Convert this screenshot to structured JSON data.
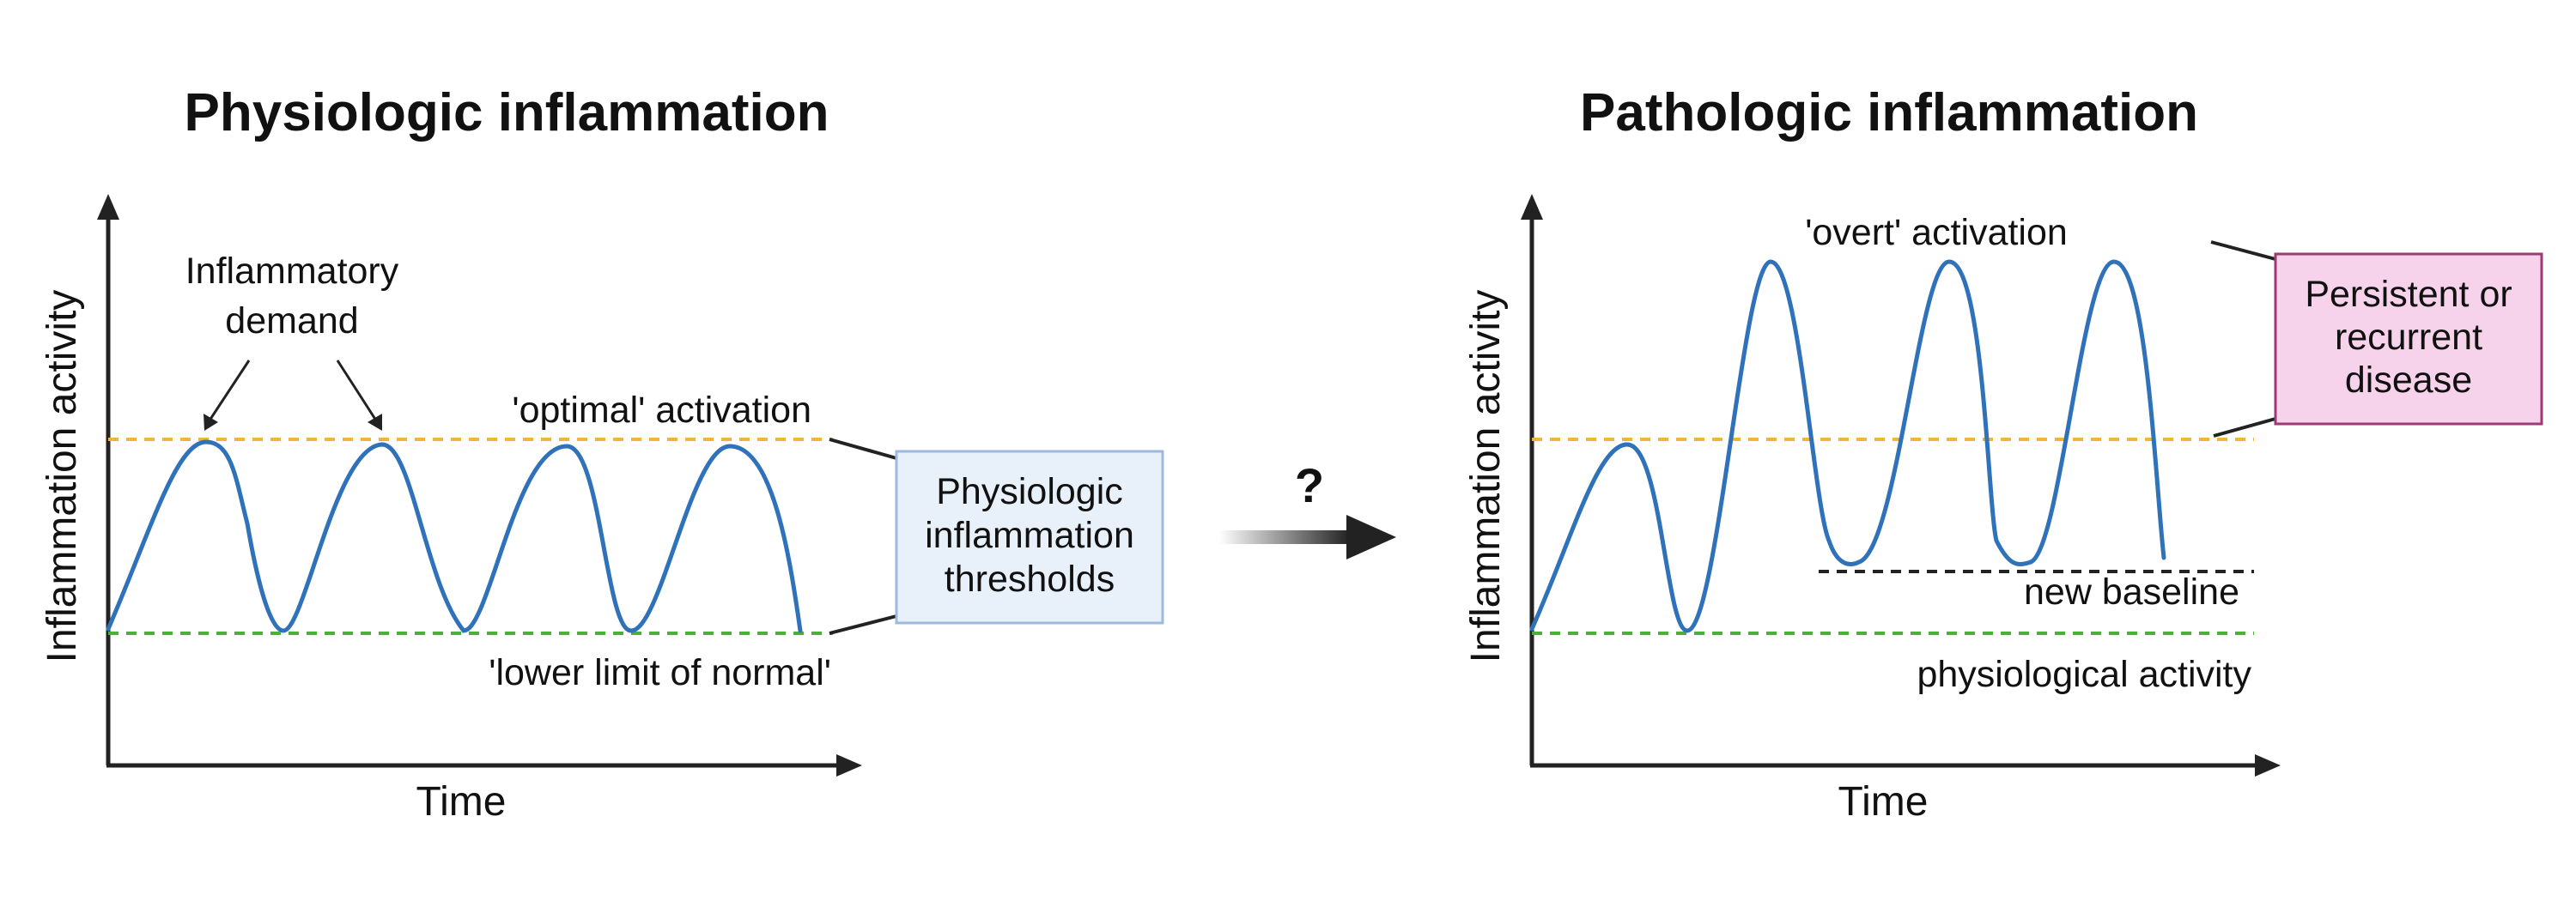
{
  "left_panel": {
    "title": "Physiologic inflammation",
    "y_axis_label": "Inflammation activity",
    "x_axis_label": "Time",
    "demand_label_line1": "Inflammatory",
    "demand_label_line2": "demand",
    "optimal_label": "'optimal' activation",
    "lower_label": "'lower limit of normal'",
    "box_line1": "Physiologic",
    "box_line2": "inflammation",
    "box_line3": "thresholds"
  },
  "transition": {
    "symbol": "?"
  },
  "right_panel": {
    "title": "Pathologic inflammation",
    "y_axis_label": "Inflammation activity",
    "x_axis_label": "Time",
    "overt_label": "'overt' activation",
    "new_baseline_label": "new baseline",
    "physio_label": "physiological activity",
    "box_line1": "Persistent or",
    "box_line2": "recurrent",
    "box_line3": "disease"
  },
  "colors": {
    "curve": "#2f72b9",
    "optimal_line": "#f0b43c",
    "lower_line": "#4caf3a",
    "baseline_line": "#222222",
    "left_box_fill": "#e8f0f9",
    "left_box_stroke": "#9fb9dc",
    "right_box_fill": "#f6d3ea",
    "right_box_stroke": "#9c3a73"
  }
}
